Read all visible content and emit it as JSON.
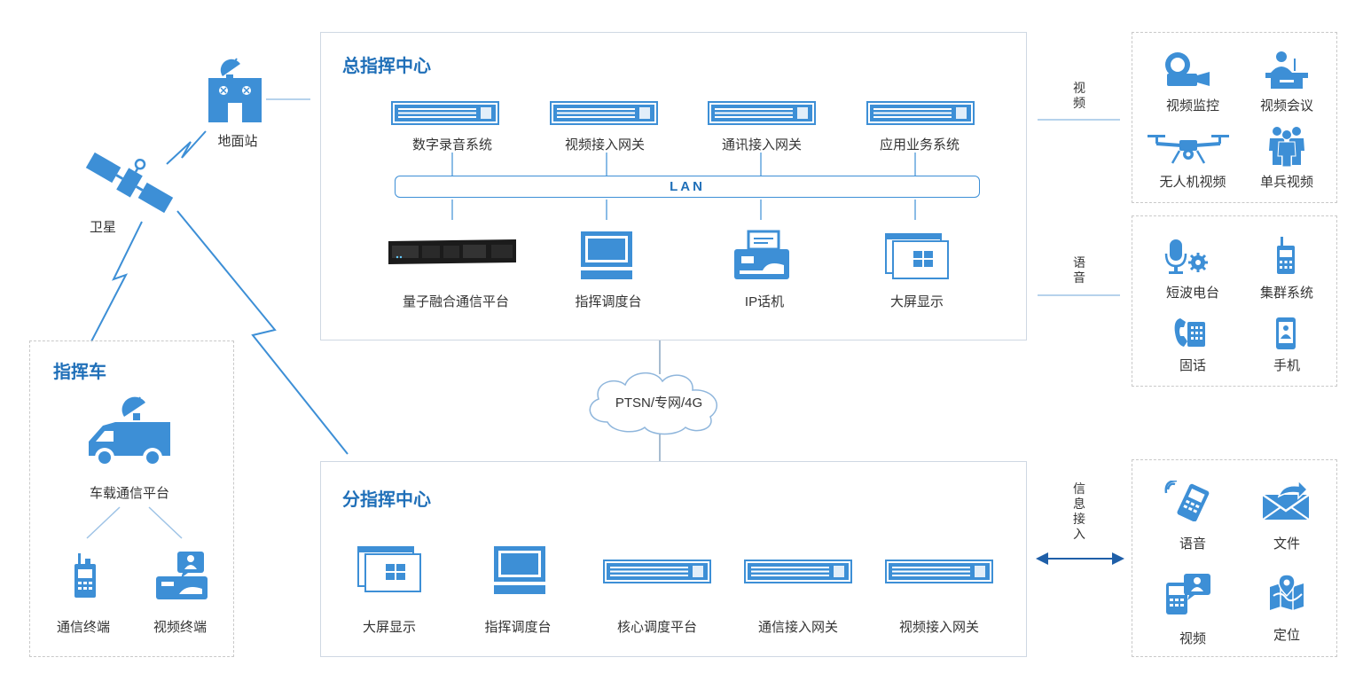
{
  "main_center": {
    "title": "总指挥中心",
    "top_items": [
      "数字录音系统",
      "视频接入网关",
      "通讯接入网关",
      "应用业务系统"
    ],
    "lan_label": "LAN",
    "bottom_items": [
      "量子融合通信平台",
      "指挥调度台",
      "IP话机",
      "大屏显示"
    ]
  },
  "network": {
    "cloud_label": "PTSN/专网/4G"
  },
  "sub_center": {
    "title": "分指挥中心",
    "items": [
      "大屏显示",
      "指挥调度台",
      "核心调度平台",
      "通信接入网关",
      "视频接入网关"
    ]
  },
  "left": {
    "ground_station": "地面站",
    "satellite": "卫星",
    "vehicle": {
      "title": "指挥车",
      "platform": "车载通信平台",
      "terminals": [
        "通信终端",
        "视频终端"
      ]
    }
  },
  "right": {
    "video": {
      "side_label": "视频",
      "items": [
        "视频监控",
        "视频会议",
        "无人机视频",
        "单兵视频"
      ]
    },
    "voice": {
      "side_label": "语音",
      "items": [
        "短波电台",
        "集群系统",
        "固话",
        "手机"
      ]
    },
    "info": {
      "side_label": "信息接入",
      "items": [
        "语音",
        "文件",
        "视频",
        "定位"
      ]
    }
  },
  "colors": {
    "accent": "#1f6fb8",
    "icon_blue": "#3d8fd6",
    "line": "#cfd8e3"
  }
}
